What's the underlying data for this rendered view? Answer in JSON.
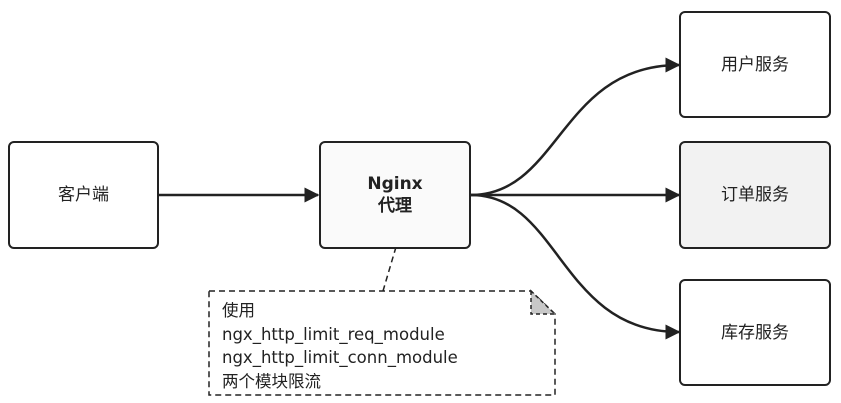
{
  "nodes": {
    "client": {
      "label": "客户端"
    },
    "proxy": {
      "line1": "Nginx",
      "line2": "代理"
    },
    "user_service": {
      "label": "用户服务"
    },
    "order_service": {
      "label": "订单服务"
    },
    "inventory_service": {
      "label": "库存服务"
    }
  },
  "note": {
    "lines": [
      "使用",
      "ngx_http_limit_req_module",
      "ngx_http_limit_conn_module",
      "两个模块限流"
    ]
  },
  "edges": [
    {
      "from": "client",
      "to": "proxy"
    },
    {
      "from": "proxy",
      "to": "user_service"
    },
    {
      "from": "proxy",
      "to": "order_service"
    },
    {
      "from": "proxy",
      "to": "inventory_service"
    }
  ],
  "colors": {
    "stroke": "#222222",
    "shaded_fill": "#f2f2f2",
    "note_corner": "#c8c8c8"
  }
}
